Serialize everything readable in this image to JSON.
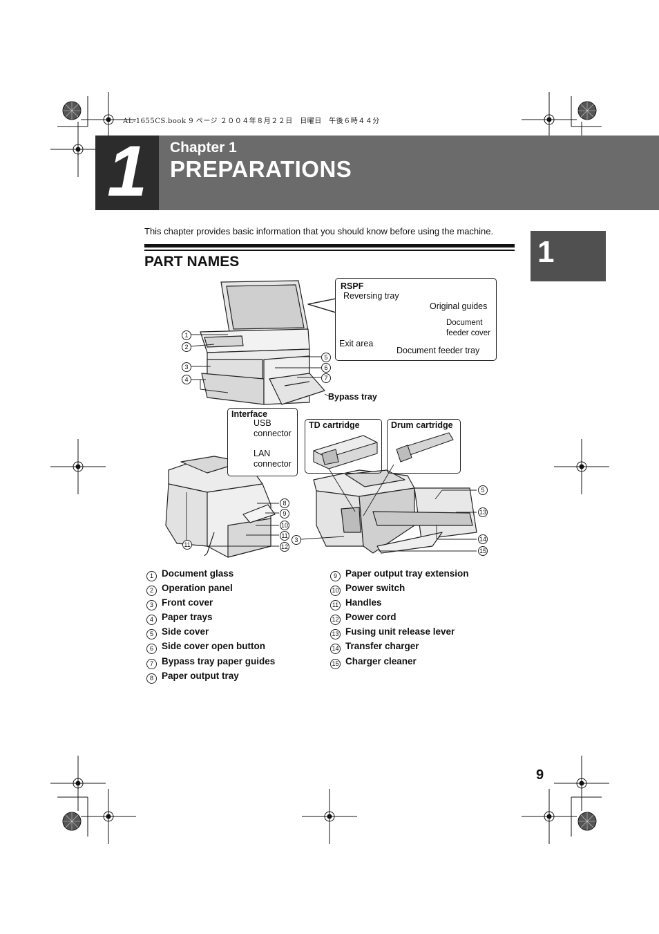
{
  "header": {
    "slug": "AL-1655CS.book  9 ページ  ２００４年８月２２日　日曜日　午後６時４４分"
  },
  "chapter": {
    "number": "1",
    "label": "Chapter 1",
    "title": "PREPARATIONS",
    "side_tab": "1"
  },
  "intro": "This chapter provides basic information that you should know before using the machine.",
  "section_title": "PART NAMES",
  "diagram": {
    "rspf": {
      "title": "RSPF",
      "reversing_tray": "Reversing tray",
      "original_guides": "Original guides",
      "document_feeder_cover_1": "Document",
      "document_feeder_cover_2": "feeder cover",
      "exit_area": "Exit area",
      "document_feeder_tray": "Document feeder tray"
    },
    "bypass_tray": "Bypass tray",
    "interface": {
      "title": "Interface",
      "usb_1": "USB",
      "usb_2": "connector",
      "lan_1": "LAN",
      "lan_2": "connector"
    },
    "td_cartridge": "TD cartridge",
    "drum_cartridge": "Drum cartridge",
    "callouts": [
      "1",
      "2",
      "3",
      "4",
      "5",
      "6",
      "7",
      "8",
      "9",
      "10",
      "11",
      "12",
      "13",
      "14",
      "15"
    ]
  },
  "parts": {
    "left": [
      {
        "num": "1",
        "name": "Document glass"
      },
      {
        "num": "2",
        "name": "Operation panel"
      },
      {
        "num": "3",
        "name": "Front cover"
      },
      {
        "num": "4",
        "name": "Paper trays"
      },
      {
        "num": "5",
        "name": "Side cover"
      },
      {
        "num": "6",
        "name": "Side cover open button"
      },
      {
        "num": "7",
        "name": "Bypass tray paper guides"
      },
      {
        "num": "8",
        "name": "Paper output tray"
      }
    ],
    "right": [
      {
        "num": "9",
        "name": "Paper output tray extension"
      },
      {
        "num": "10",
        "name": "Power switch"
      },
      {
        "num": "11",
        "name": "Handles"
      },
      {
        "num": "12",
        "name": "Power cord"
      },
      {
        "num": "13",
        "name": "Fusing unit release lever"
      },
      {
        "num": "14",
        "name": "Transfer charger"
      },
      {
        "num": "15",
        "name": "Charger cleaner"
      }
    ]
  },
  "page_number": "9"
}
